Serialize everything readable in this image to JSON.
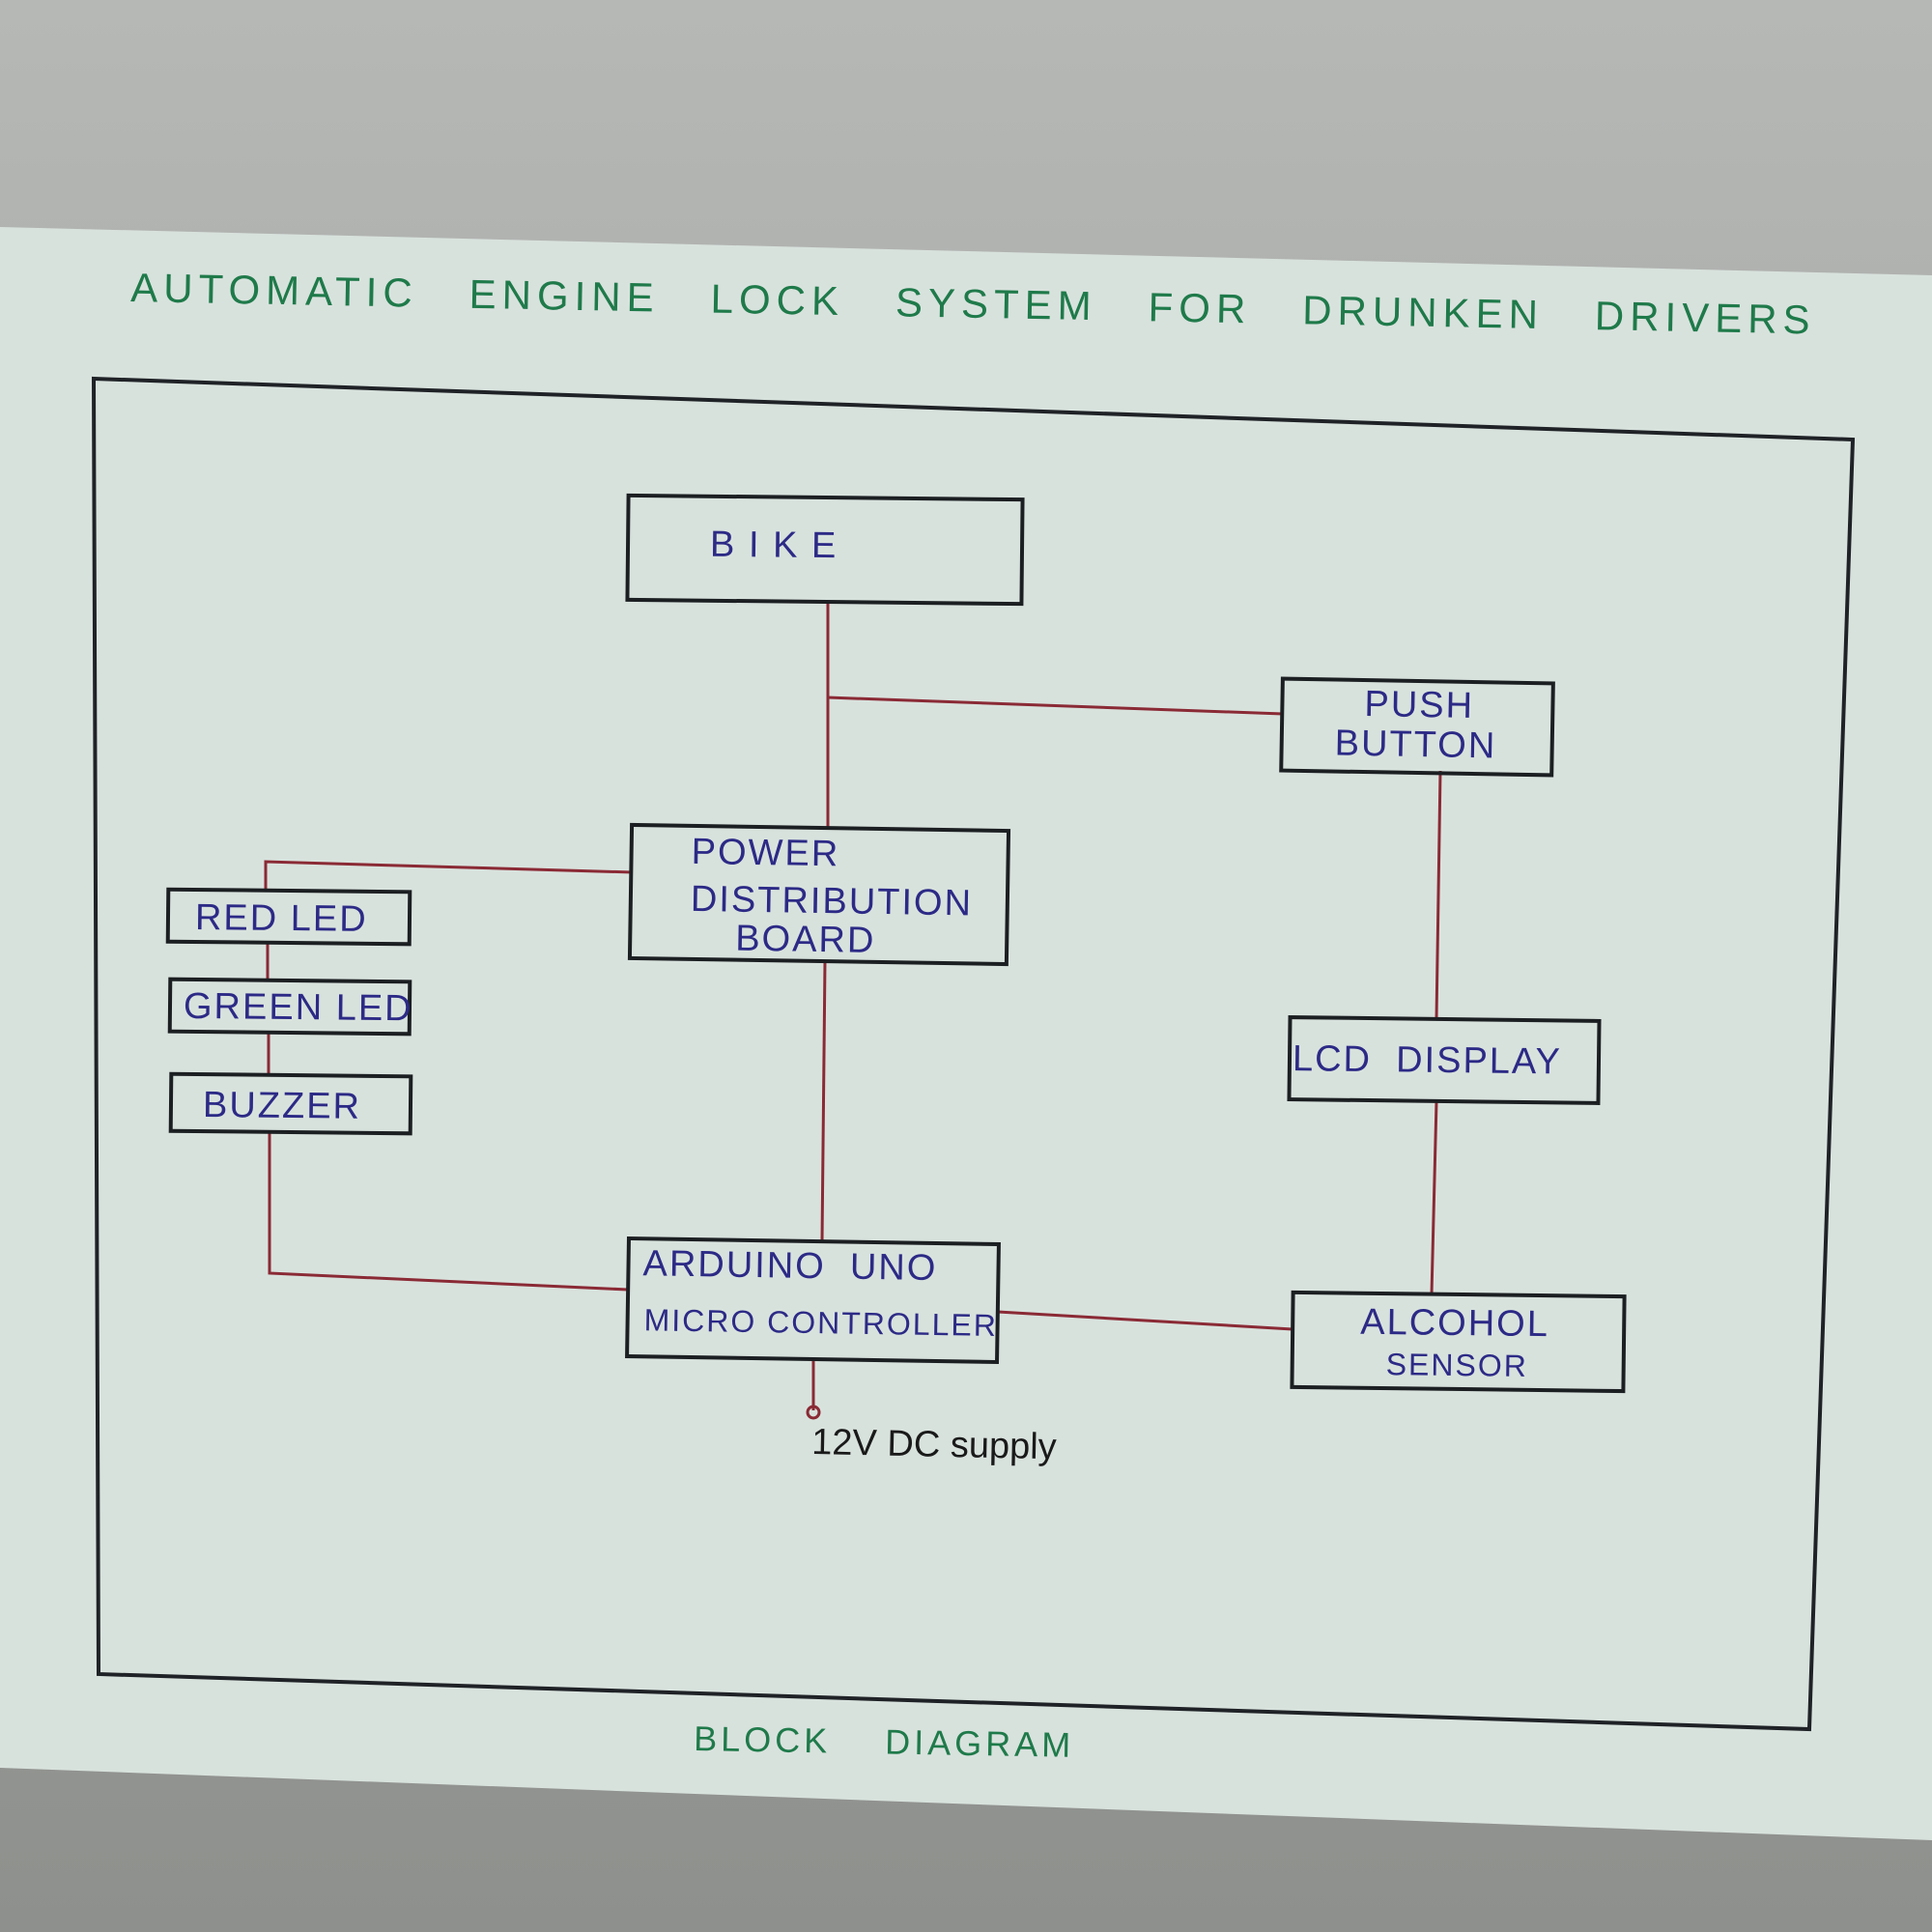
{
  "title": "AUTOMATIC   ENGINE   LOCK   SYSTEM   FOR   DRUNKEN   DRIVERS",
  "caption": "BLOCK    DIAGRAM",
  "supply_label": "12V DC supply",
  "blocks": {
    "bike": [
      "B I K E"
    ],
    "push_button": [
      "PUSH",
      "BUTTON"
    ],
    "power_board": [
      "POWER",
      "DISTRIBUTION",
      "BOARD"
    ],
    "red_led": [
      "RED LED"
    ],
    "green_led": [
      "GREEN LED"
    ],
    "buzzer": [
      "BUZZER"
    ],
    "lcd": [
      "LCD  DISPLAY"
    ],
    "arduino": [
      "ARDUINO  UNO",
      "MICRO CONTROLLER"
    ],
    "alcohol": [
      "ALCOHOL",
      "SENSOR"
    ]
  },
  "colors": {
    "ink_blue": "#2c2a86",
    "ink_green": "#1f7a4a",
    "wire_red": "#8a2a35",
    "paper": "#d8e2dd"
  }
}
